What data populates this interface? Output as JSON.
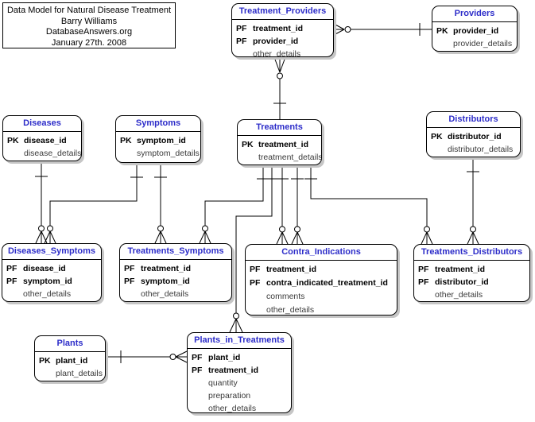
{
  "note": {
    "lines": [
      "Data Model for Natural Disease Treatment",
      "Barry Williams",
      "DatabaseAnswers.org",
      "January 27th. 2008"
    ]
  },
  "entities": {
    "treatment_providers": {
      "title": "Treatment_Providers",
      "fields": [
        {
          "prefix": "PF",
          "name": "treatment_id"
        },
        {
          "prefix": "PF",
          "name": "provider_id"
        },
        {
          "prefix": "",
          "name": "other_details"
        }
      ]
    },
    "providers": {
      "title": "Providers",
      "fields": [
        {
          "prefix": "PK",
          "name": "provider_id"
        },
        {
          "prefix": "",
          "name": "provider_details"
        }
      ]
    },
    "diseases": {
      "title": "Diseases",
      "fields": [
        {
          "prefix": "PK",
          "name": "disease_id"
        },
        {
          "prefix": "",
          "name": "disease_details"
        }
      ]
    },
    "symptoms": {
      "title": "Symptoms",
      "fields": [
        {
          "prefix": "PK",
          "name": "symptom_id"
        },
        {
          "prefix": "",
          "name": "symptom_details"
        }
      ]
    },
    "treatments": {
      "title": "Treatments",
      "fields": [
        {
          "prefix": "PK",
          "name": "treatment_id"
        },
        {
          "prefix": "",
          "name": "treatment_details"
        }
      ]
    },
    "distributors": {
      "title": "Distributors",
      "fields": [
        {
          "prefix": "PK",
          "name": "distributor_id"
        },
        {
          "prefix": "",
          "name": "distributor_details"
        }
      ]
    },
    "diseases_symptoms": {
      "title": "Diseases_Symptoms",
      "fields": [
        {
          "prefix": "PF",
          "name": "disease_id"
        },
        {
          "prefix": "PF",
          "name": "symptom_id"
        },
        {
          "prefix": "",
          "name": "other_details"
        }
      ]
    },
    "treatments_symptoms": {
      "title": "Treatments_Symptoms",
      "fields": [
        {
          "prefix": "PF",
          "name": "treatment_id"
        },
        {
          "prefix": "PF",
          "name": "symptom_id"
        },
        {
          "prefix": "",
          "name": "other_details"
        }
      ]
    },
    "contra_indications": {
      "title": "Contra_Indications",
      "fields": [
        {
          "prefix": "PF",
          "name": "treatment_id"
        },
        {
          "prefix": "PF",
          "name": "contra_indicated_treatment_id"
        },
        {
          "prefix": "",
          "name": "comments"
        },
        {
          "prefix": "",
          "name": "other_details"
        }
      ]
    },
    "treatments_distributors": {
      "title": "Treatments_Distributors",
      "fields": [
        {
          "prefix": "PF",
          "name": "treatment_id"
        },
        {
          "prefix": "PF",
          "name": "distributor_id"
        },
        {
          "prefix": "",
          "name": "other_details"
        }
      ]
    },
    "plants": {
      "title": "Plants",
      "fields": [
        {
          "prefix": "PK",
          "name": "plant_id"
        },
        {
          "prefix": "",
          "name": "plant_details"
        }
      ]
    },
    "plants_in_treatments": {
      "title": "Plants_in_Treatments",
      "fields": [
        {
          "prefix": "PF",
          "name": "plant_id"
        },
        {
          "prefix": "PF",
          "name": "treatment_id"
        },
        {
          "prefix": "",
          "name": "quantity"
        },
        {
          "prefix": "",
          "name": "preparation"
        },
        {
          "prefix": "",
          "name": "other_details"
        }
      ]
    }
  },
  "relationships": [
    {
      "parent": "Providers",
      "child": "Treatment_Providers",
      "parent_cardinality": "one",
      "child_cardinality": "zero-or-many"
    },
    {
      "parent": "Treatments",
      "child": "Treatment_Providers",
      "parent_cardinality": "one",
      "child_cardinality": "zero-or-many"
    },
    {
      "parent": "Diseases",
      "child": "Diseases_Symptoms",
      "parent_cardinality": "one",
      "child_cardinality": "zero-or-many"
    },
    {
      "parent": "Symptoms",
      "child": "Diseases_Symptoms",
      "parent_cardinality": "one",
      "child_cardinality": "zero-or-many"
    },
    {
      "parent": "Symptoms",
      "child": "Treatments_Symptoms",
      "parent_cardinality": "one",
      "child_cardinality": "zero-or-many"
    },
    {
      "parent": "Treatments",
      "child": "Treatments_Symptoms",
      "parent_cardinality": "one",
      "child_cardinality": "zero-or-many"
    },
    {
      "parent": "Treatments",
      "child": "Contra_Indications",
      "parent_cardinality": "one",
      "child_cardinality": "zero-or-many"
    },
    {
      "parent": "Treatments",
      "child": "Contra_Indications",
      "parent_cardinality": "one",
      "child_cardinality": "zero-or-many"
    },
    {
      "parent": "Treatments",
      "child": "Treatments_Distributors",
      "parent_cardinality": "one",
      "child_cardinality": "zero-or-many"
    },
    {
      "parent": "Distributors",
      "child": "Treatments_Distributors",
      "parent_cardinality": "one",
      "child_cardinality": "zero-or-many"
    },
    {
      "parent": "Treatments",
      "child": "Plants_in_Treatments",
      "parent_cardinality": "one",
      "child_cardinality": "zero-or-many"
    },
    {
      "parent": "Plants",
      "child": "Plants_in_Treatments",
      "parent_cardinality": "one",
      "child_cardinality": "zero-or-many"
    }
  ],
  "colors": {
    "entity_title": "#2d2dc9",
    "key_text": "#000000",
    "attr_text": "#3a3a3a",
    "line": "#000000",
    "box_shadow": "#c6c6c6",
    "background": "#ffffff"
  }
}
